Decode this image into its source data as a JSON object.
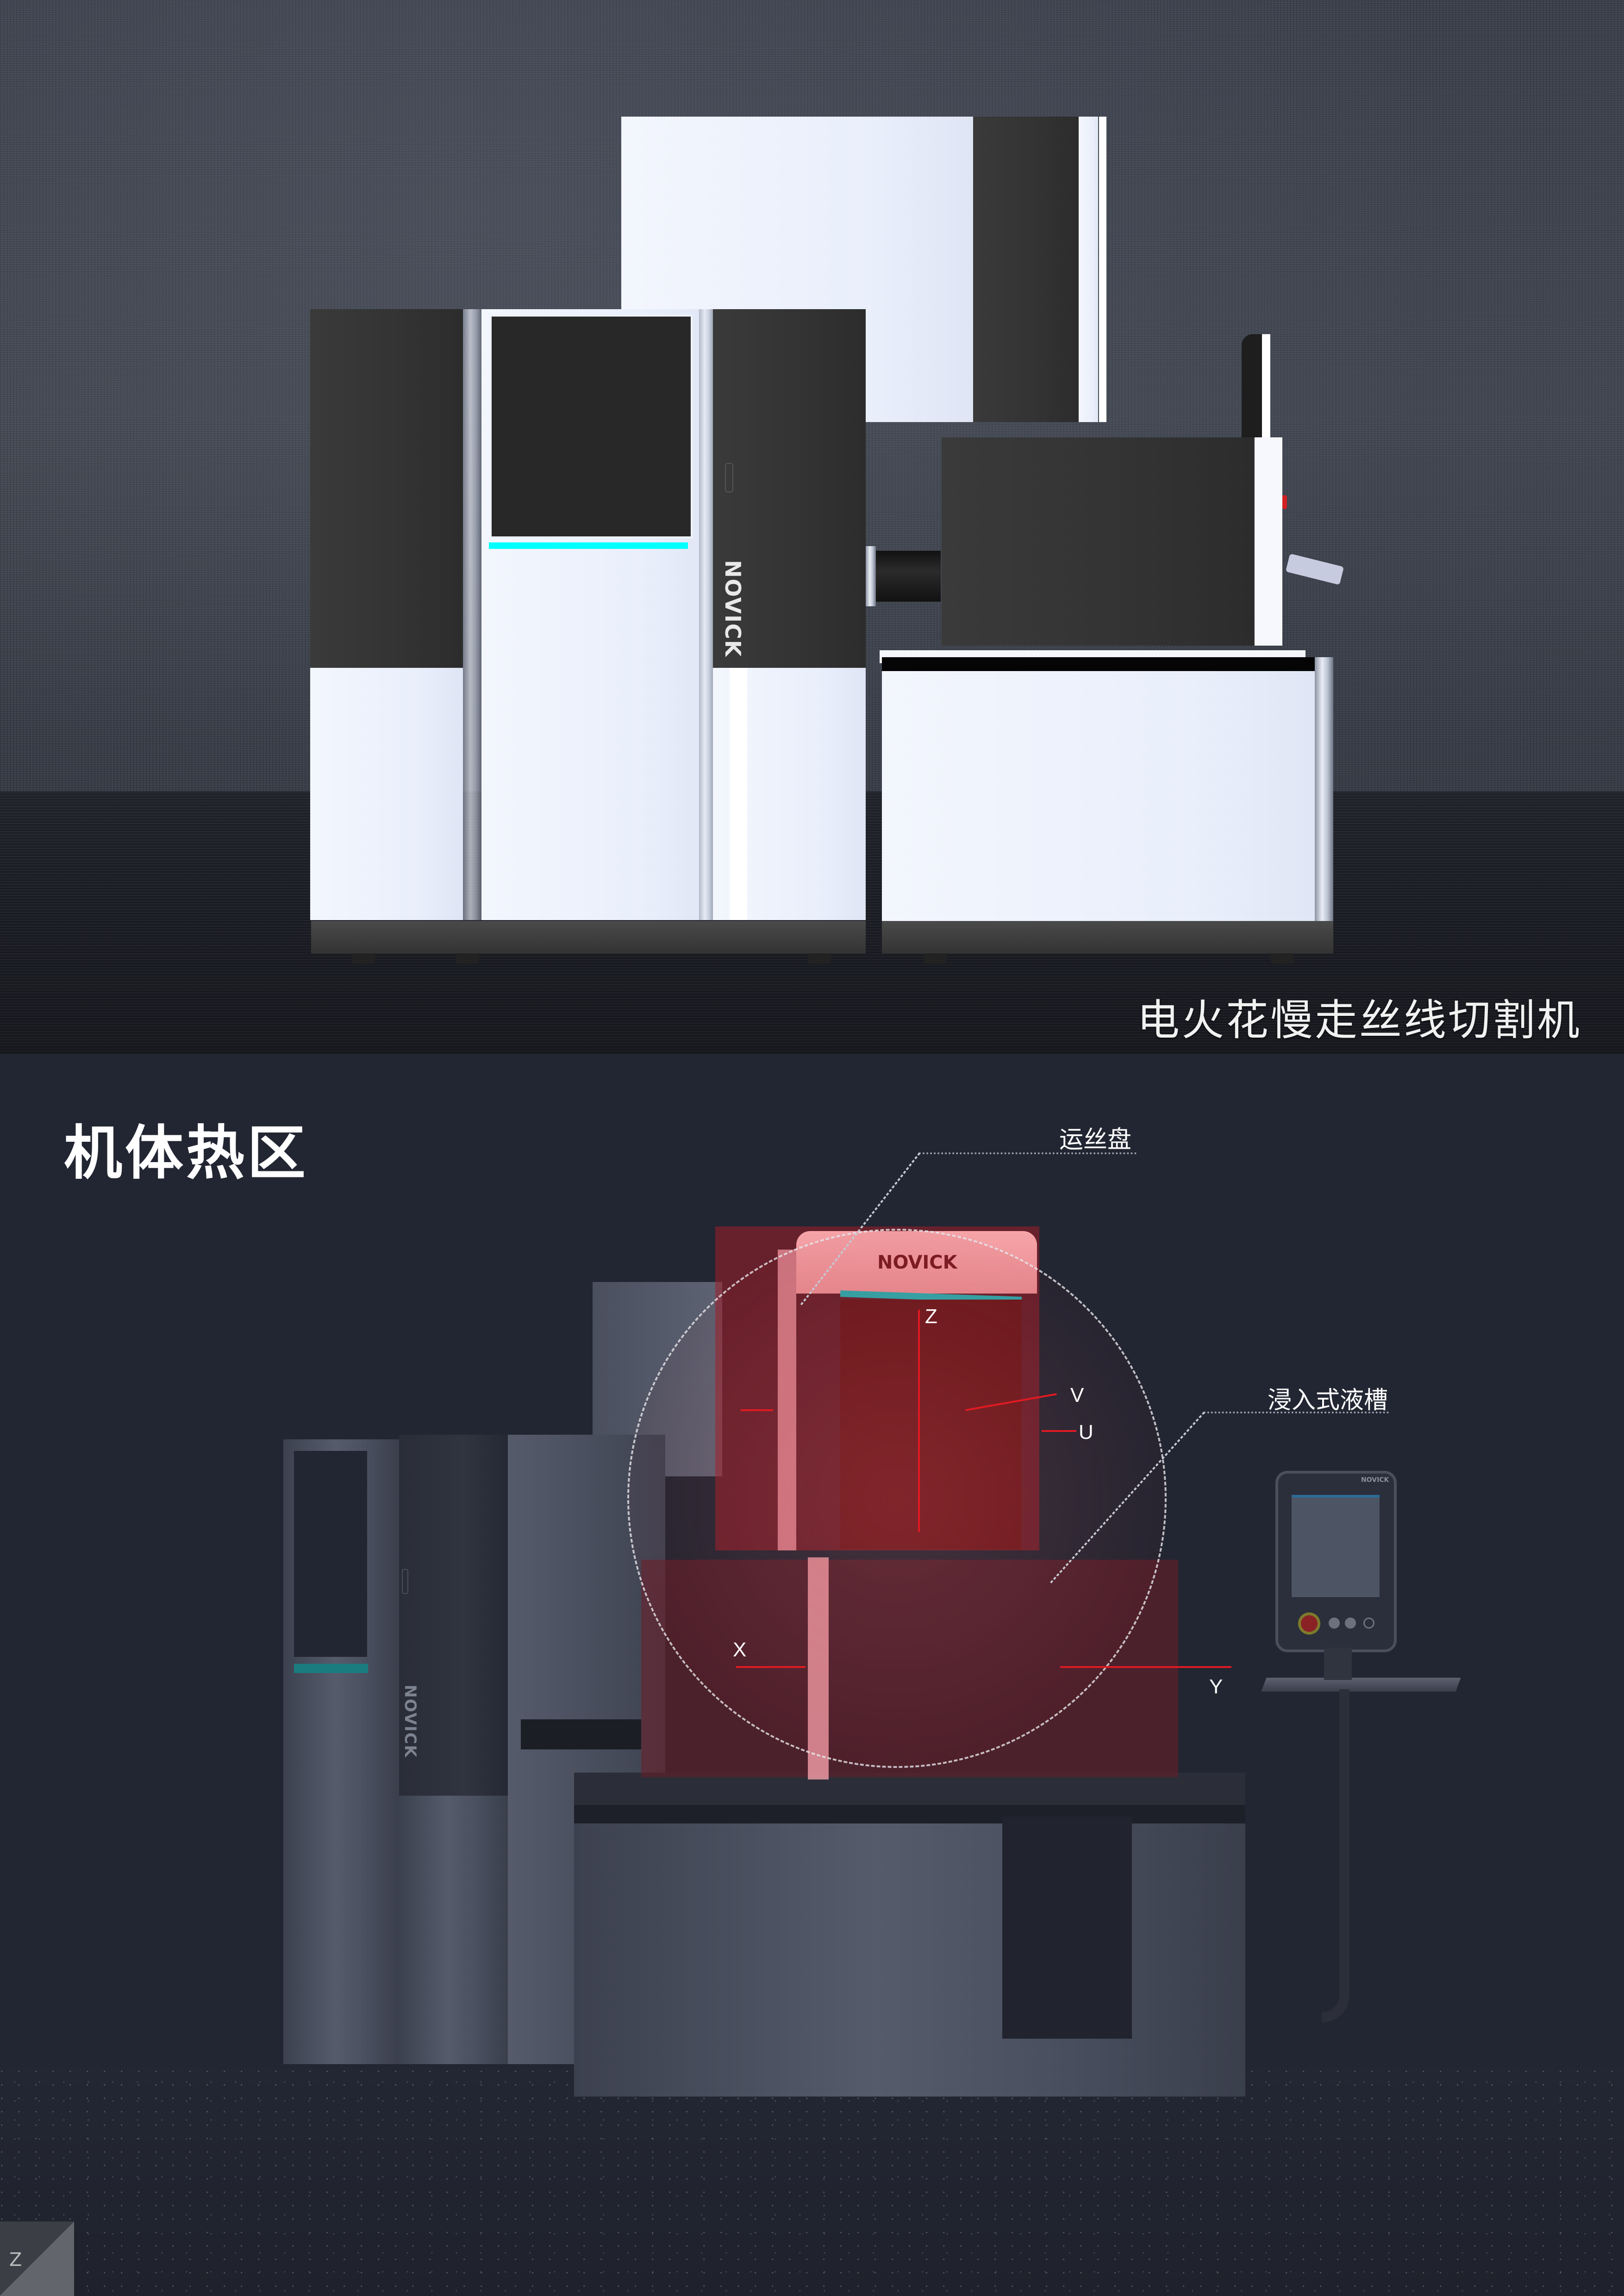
{
  "hero": {
    "product_title": "电火花慢走丝线切割机",
    "brand_vertical": "NOVICK",
    "accent_color": "#00ffff"
  },
  "zone_section": {
    "title": "机体热区",
    "callouts": [
      {
        "id": "wire-spool",
        "label": "运丝盘"
      },
      {
        "id": "immersion-tank",
        "label": "浸入式液槽"
      }
    ],
    "axes": [
      "Z",
      "V",
      "U",
      "X",
      "Y"
    ],
    "brand_top": "NOVICK",
    "brand_side": "NOVICK",
    "console_brand": "NOVICK",
    "highlight_color": "#96161c",
    "accent_color": "#1b7c80"
  },
  "watermark": {
    "glyph": "Z"
  }
}
